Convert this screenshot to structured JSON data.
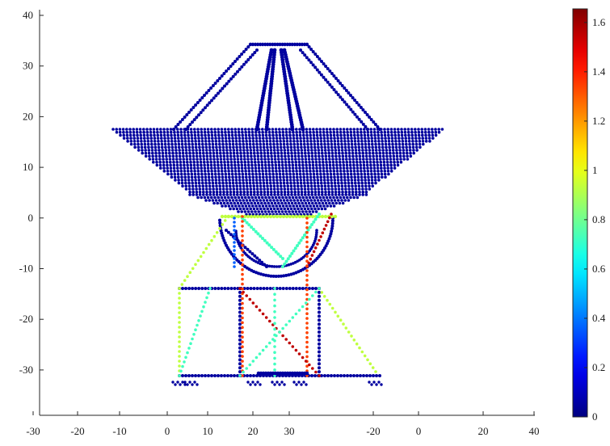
{
  "chart_data": {
    "type": "scatter",
    "title": "",
    "xlabel": "",
    "ylabel": "",
    "grid": false,
    "legend": "none",
    "y_axis": {
      "ticks": [
        40,
        30,
        20,
        10,
        0,
        -10,
        -20,
        -30
      ],
      "tick_labels": [
        "40",
        "30",
        "20",
        "10",
        "0",
        "-10",
        "-20",
        "-30"
      ]
    },
    "x_axis": {
      "tick_labels": [
        "-30",
        "-20",
        "-10",
        "0",
        "10",
        "20",
        "30",
        "-20",
        "0",
        "20",
        "40"
      ]
    },
    "colorbar": {
      "colormap": "jet",
      "range": [
        0,
        1.6
      ],
      "ticks": [
        0,
        0.2,
        0.4,
        0.6,
        0.8,
        1,
        1.2,
        1.4,
        1.6
      ],
      "tick_labels": [
        "0",
        "0.2",
        "0.4",
        "0.6",
        "0.8",
        "1",
        "1.2",
        "1.4",
        "1.6"
      ],
      "placement": "right"
    },
    "description_structure": {
      "dish_color_value": 0.05,
      "strut_colors": [
        0.9,
        0.7,
        1.3,
        1.5,
        0.35
      ]
    }
  }
}
